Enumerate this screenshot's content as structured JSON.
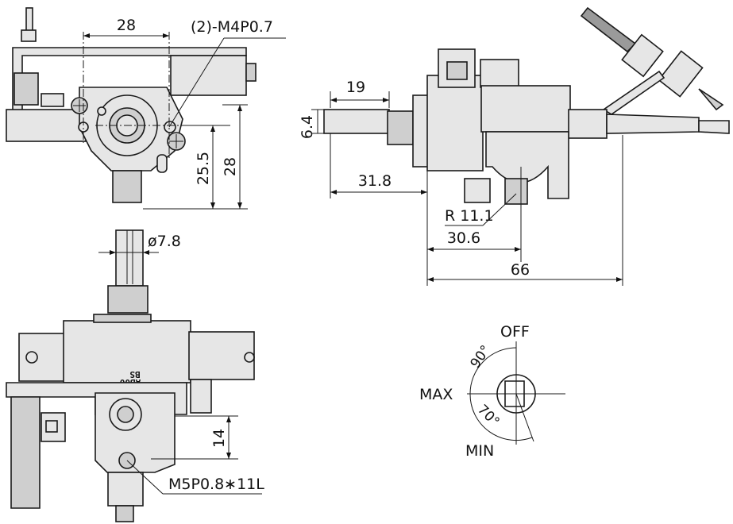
{
  "front_view": {
    "dim_width": "28",
    "thread_note": "(2)-M4P0.7",
    "dim_height_a": "25.5",
    "dim_height_b": "28"
  },
  "side_view": {
    "dim_shaft": "19",
    "dim_dia": "6.4",
    "dim_reach": "31.8",
    "dim_radius": "R 11.1",
    "dim_inner": "30.6",
    "dim_total": "66"
  },
  "bottom_view": {
    "dim_diameter": "ø7.8",
    "mark_line1": "BS",
    "mark_line2": "AB00",
    "dim_offset": "14",
    "thread_note": "M5P0.8∗11L"
  },
  "knob_diagram": {
    "label_off": "OFF",
    "label_max": "MAX",
    "label_min": "MIN",
    "angle_90": "90°",
    "angle_70": "70°"
  }
}
